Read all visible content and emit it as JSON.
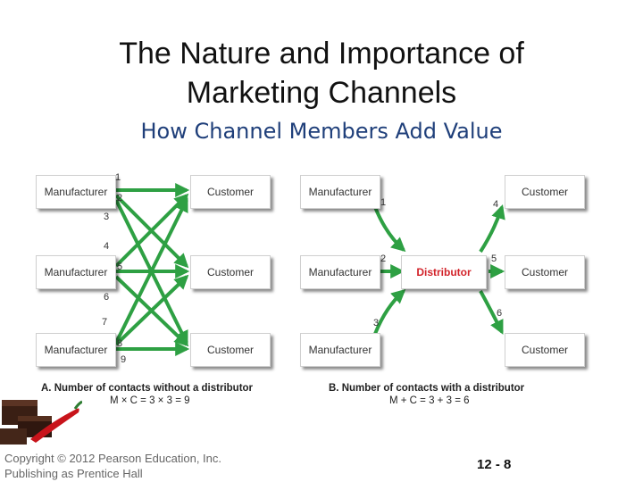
{
  "title_line1": "The Nature and Importance of",
  "title_line2": "Marketing Channels",
  "subtitle": "How Channel Members Add Value",
  "diagram_a": {
    "manufacturers": [
      "Manufacturer",
      "Manufacturer",
      "Manufacturer"
    ],
    "customers": [
      "Customer",
      "Customer",
      "Customer"
    ],
    "numbers": [
      "1",
      "2",
      "3",
      "4",
      "5",
      "6",
      "7",
      "8",
      "9"
    ],
    "caption": "A. Number of contacts without a distributor",
    "formula": "M × C = 3 × 3 = 9"
  },
  "diagram_b": {
    "manufacturers": [
      "Manufacturer",
      "Manufacturer",
      "Manufacturer"
    ],
    "distributor": "Distributor",
    "customers": [
      "Customer",
      "Customer",
      "Customer"
    ],
    "numbers": [
      "1",
      "2",
      "3",
      "4",
      "5",
      "6"
    ],
    "caption": "B. Number of contacts with a distributor",
    "formula": "M + C = 3 + 3 = 6"
  },
  "footer": {
    "copyright_line1": "Copyright © 2012 Pearson Education, Inc.",
    "copyright_line2": "Publishing as Prentice Hall",
    "slide_number": "12 - 8"
  },
  "colors": {
    "arrow": "#2ea043",
    "distributor_text": "#d2232a",
    "subtitle": "#1f3f7a"
  }
}
